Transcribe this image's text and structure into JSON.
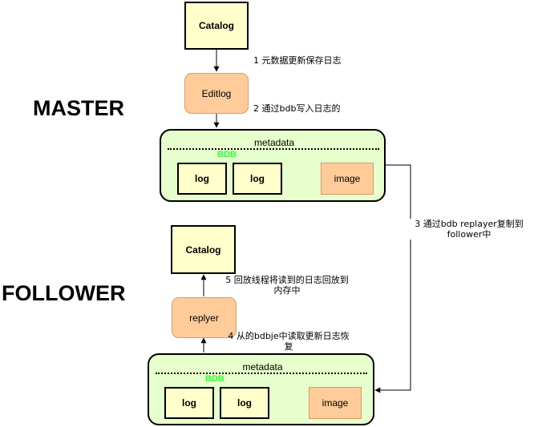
{
  "labels": {
    "master": "MASTER",
    "follower": "FOLLOWER"
  },
  "master": {
    "catalog": "Catalog",
    "editlog": "Editlog",
    "metadata_title": "metadata",
    "bdb": "BDB",
    "log1": "log",
    "log2": "log",
    "image": "image"
  },
  "follower": {
    "catalog": "Catalog",
    "replyer": "replyer",
    "metadata_title": "metadata",
    "bdb": "BDB",
    "log1": "log",
    "log2": "log",
    "image": "image"
  },
  "steps": {
    "s1": "1 元数据更新保存日志",
    "s2": "2  通过bdb写入日志的",
    "s3_line1": "3 通过bdb replayer复制到",
    "s3_line2": "follower中",
    "s4_line1": "4 从的bdbje中读取更新日志恢",
    "s4_line2": "复",
    "s5_line1": "5 回放线程将读到的日志回放到",
    "s5_line2": "内存中"
  },
  "colors": {
    "catalog_fill": "#ffffcc",
    "orange_fill": "#ffcc99",
    "container_fill": "#e6ffcc",
    "bdb_text": "#33ff33"
  }
}
